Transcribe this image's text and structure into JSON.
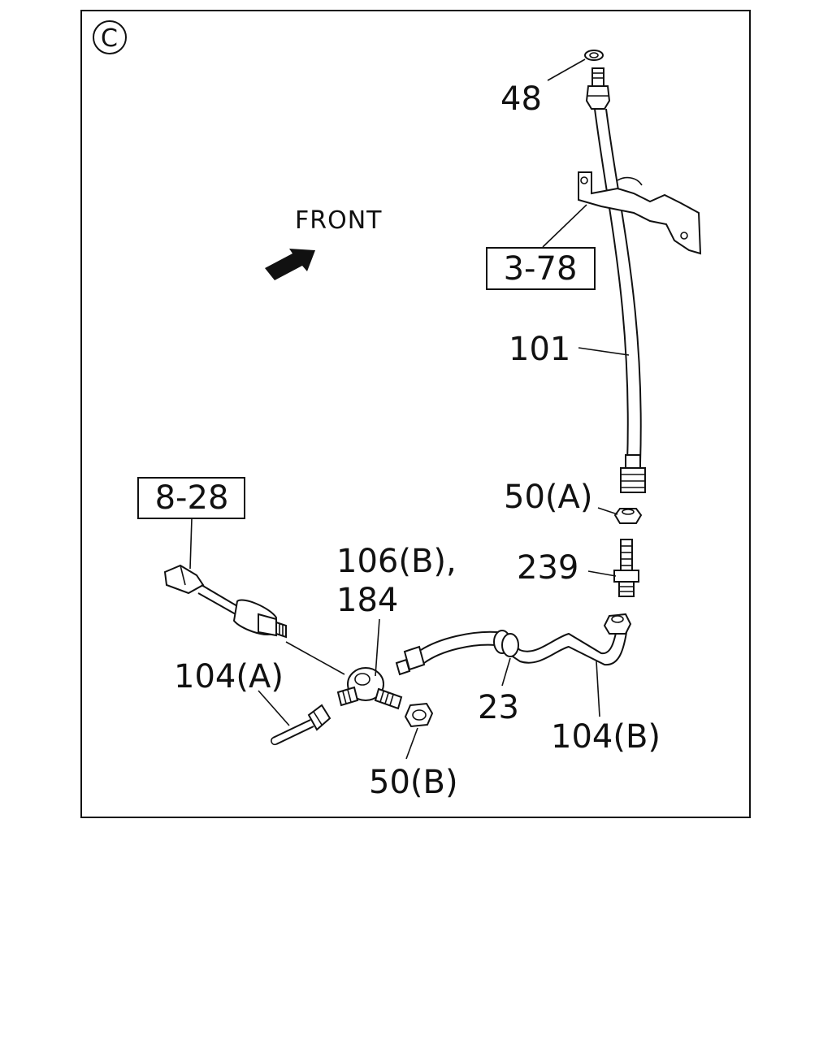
{
  "section_marker": "C",
  "direction_label": "FRONT",
  "callouts": {
    "washer_48": "48",
    "bracket_ref": "3-78",
    "hose_101": "101",
    "nut_50a": "50(A)",
    "bolt_239": "239",
    "sensor_ref": "8-28",
    "joint_106b": "106(B),",
    "joint_184": "184",
    "pipe_104a": "104(A)",
    "clip_23": "23",
    "pipe_104b": "104(B)",
    "nut_50b": "50(B)"
  }
}
